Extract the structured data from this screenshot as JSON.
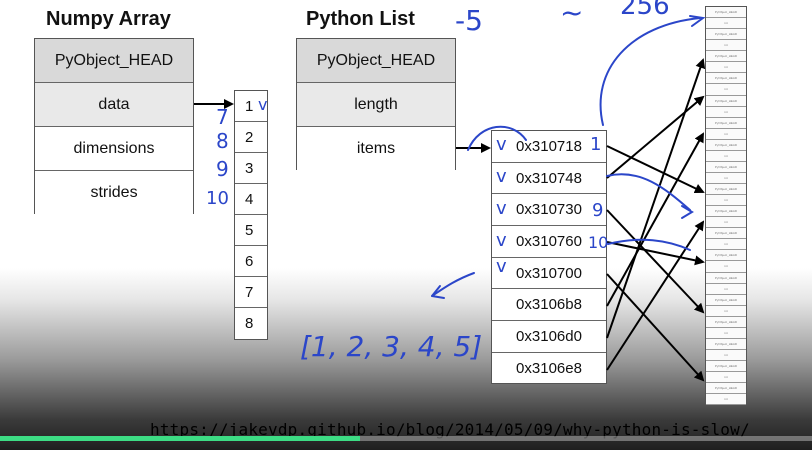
{
  "numpy": {
    "title": "Numpy Array",
    "fields": [
      "PyObject_HEAD",
      "data",
      "dimensions",
      "strides"
    ]
  },
  "buffer": {
    "values": [
      "1",
      "2",
      "3",
      "4",
      "5",
      "6",
      "7",
      "8"
    ]
  },
  "pylist": {
    "title": "Python List",
    "fields": [
      "PyObject_HEAD",
      "length",
      "items"
    ]
  },
  "pointers": {
    "values": [
      "0x310718",
      "0x310748",
      "0x310730",
      "0x310760",
      "0x310700",
      "0x3106b8",
      "0x3106d0",
      "0x3106e8"
    ]
  },
  "memory_cell_labels": [
    "PyObject_HEAD",
    "int"
  ],
  "annotations": {
    "top": [
      "-5",
      "~",
      "256"
    ],
    "margin_numbers": [
      "7",
      "8",
      "9",
      "10"
    ],
    "cell_notes": [
      "v",
      "1",
      "9",
      "10"
    ],
    "list_literal": "[1, 2, 3, 4, 5]"
  },
  "footer": {
    "url": "https://jakevdp.github.io/blog/2014/05/09/why-python-is-slow/"
  },
  "colors": {
    "ink": "#2b46c9",
    "progress": "#3ddc84"
  }
}
